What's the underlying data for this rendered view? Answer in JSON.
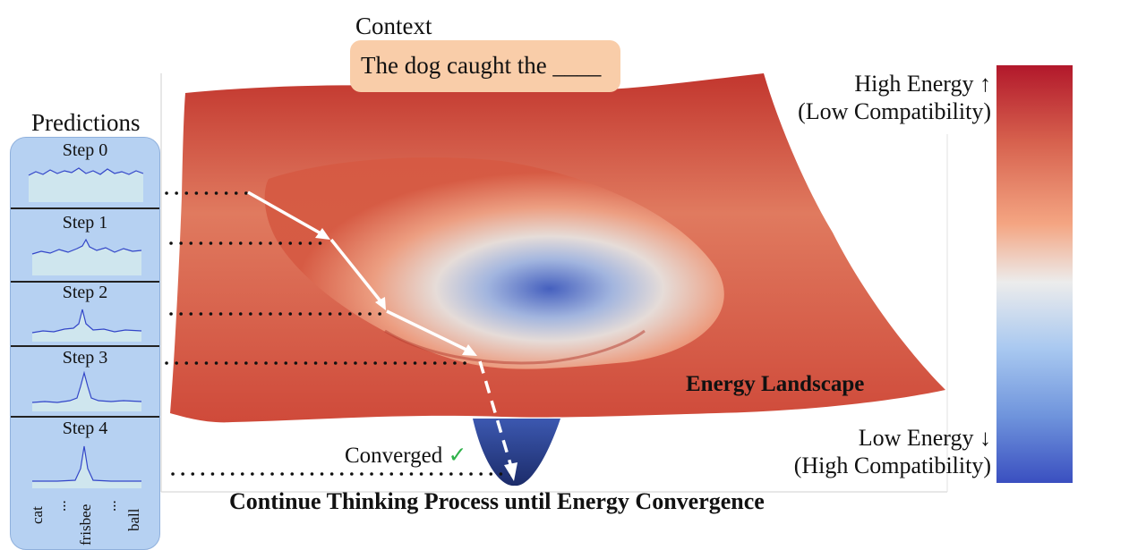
{
  "context": {
    "label": "Context",
    "sentence": "The dog caught the ____"
  },
  "predictions": {
    "title": "Predictions",
    "steps": [
      "Step 0",
      "Step 1",
      "Step 2",
      "Step 3",
      "Step 4"
    ],
    "tokens": [
      "cat",
      "...",
      "frisbee",
      "...",
      "ball"
    ]
  },
  "landscape": {
    "label": "Energy Landscape",
    "converged_label": "Converged",
    "converged_mark": "✓",
    "caption": "Continue Thinking Process until Energy Convergence"
  },
  "colorbar": {
    "high_line1": "High Energy ↑",
    "high_line2": "(Low Compatibility)",
    "low_line1": "Low Energy ↓",
    "low_line2": "(High Compatibility)",
    "colors": {
      "high": "#b2182b",
      "mid": "#ececec",
      "low": "#3a4fc0"
    }
  },
  "colors": {
    "context_box": "#f9cda9",
    "panel": "#b6d1f2",
    "path": "#ffffff",
    "check": "#2fb24a"
  }
}
